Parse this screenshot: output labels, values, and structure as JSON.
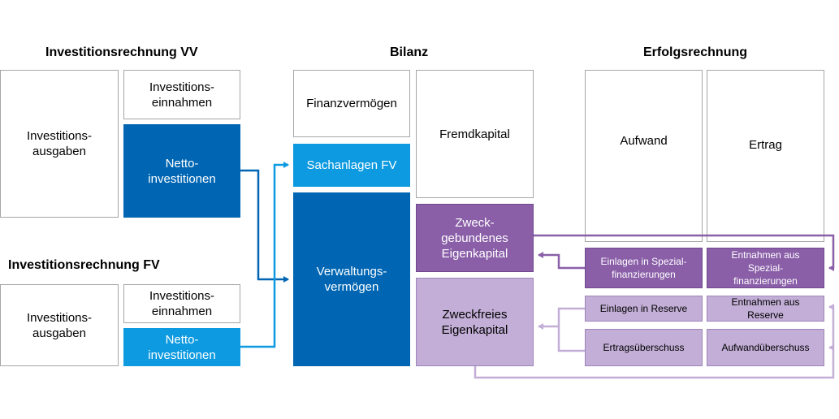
{
  "headings": {
    "investition_vv": "Investitionsrechnung VV",
    "bilanz": "Bilanz",
    "erfolgsrechnung": "Erfolgsrechnung",
    "investition_fv": "Investitionsrechnung FV"
  },
  "vv": {
    "ausgaben": "Investitions-\nausgaben",
    "einnahmen": "Investitions-\neinnahmen",
    "netto": "Netto-\ninvestitionen"
  },
  "fv": {
    "ausgaben": "Investitions-\nausgaben",
    "einnahmen": "Investitions-\neinnahmen",
    "netto": "Netto-\ninvestitionen"
  },
  "bilanz": {
    "finanzvermoegen": "Finanzvermögen",
    "sachanlagen": "Sachanlagen FV",
    "verwaltungsvermoegen": "Verwaltungs-\nvermögen",
    "fremdkapital": "Fremdkapital",
    "zweckgebunden": "Zweck-\ngebundenes\nEigenkapital",
    "zweckfrei": "Zweckfreies\nEigenkapital"
  },
  "erfolg": {
    "aufwand": "Aufwand",
    "ertrag": "Ertrag",
    "einlagen_spezial": "Einlagen in Spezial-\nfinanzierungen",
    "entnahmen_spezial": "Entnahmen aus\nSpezial-\nfinanzierungen",
    "einlagen_reserve": "Einlagen in Reserve",
    "entnahmen_reserve": "Entnahmen aus\nReserve",
    "ertragsueberschuss": "Ertragsüberschuss",
    "aufwandueberschuss": "Aufwandüberschuss"
  },
  "colors": {
    "dark_blue": "#0066b3",
    "light_blue": "#0d9ae0",
    "purple": "#8a5fa8",
    "light_purple": "#c2aed6",
    "border_gray": "#a6a6a6"
  }
}
